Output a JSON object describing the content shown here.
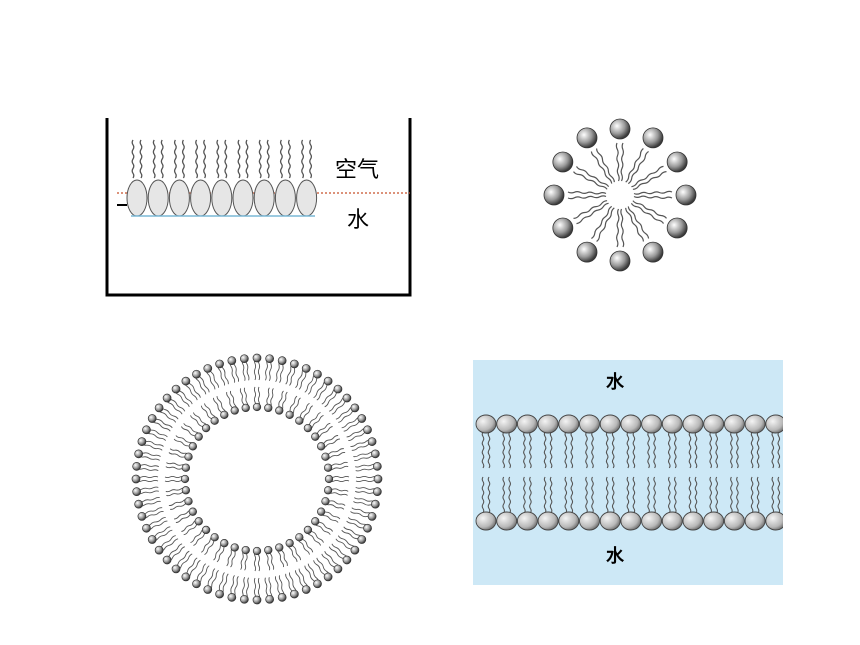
{
  "panels": {
    "monolayer": {
      "label_air": "空气",
      "label_water": "水"
    },
    "micelle": {},
    "liposome": {},
    "bilayer": {
      "label_water_top": "水",
      "label_water_bottom": "水"
    }
  },
  "colors": {
    "head": "#cfcfcf",
    "tail": "#555555",
    "water_bg": "#cde8f6",
    "interface_line": "#c8502a"
  }
}
